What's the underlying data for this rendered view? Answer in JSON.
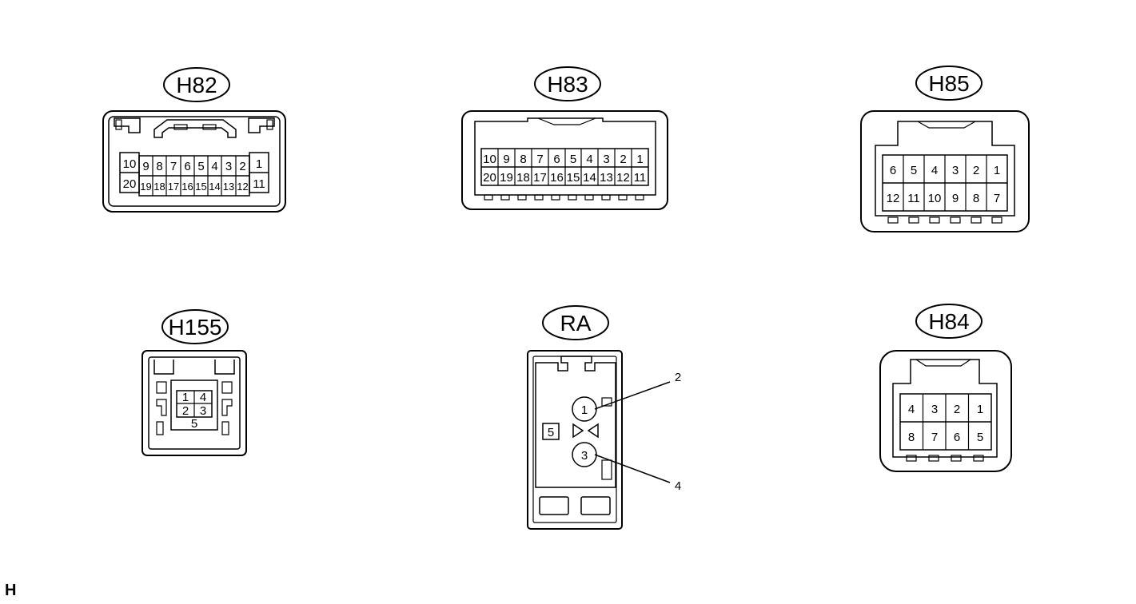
{
  "page_code": "H",
  "connectors": {
    "h82": {
      "label": "H82",
      "left_top": "10",
      "left_bottom": "20",
      "top_row": [
        "9",
        "8",
        "7",
        "6",
        "5",
        "4",
        "3",
        "2"
      ],
      "bottom_row": [
        "19",
        "18",
        "17",
        "16",
        "15",
        "14",
        "13",
        "12"
      ],
      "right_top": "1",
      "right_bottom": "11"
    },
    "h83": {
      "label": "H83",
      "top_row": [
        "10",
        "9",
        "8",
        "7",
        "6",
        "5",
        "4",
        "3",
        "2",
        "1"
      ],
      "bottom_row": [
        "20",
        "19",
        "18",
        "17",
        "16",
        "15",
        "14",
        "13",
        "12",
        "11"
      ]
    },
    "h85": {
      "label": "H85",
      "top_row": [
        "6",
        "5",
        "4",
        "3",
        "2",
        "1"
      ],
      "bottom_row": [
        "12",
        "11",
        "10",
        "9",
        "8",
        "7"
      ]
    },
    "h155": {
      "label": "H155",
      "pins": [
        "1",
        "4",
        "2",
        "3",
        "5"
      ]
    },
    "ra": {
      "label": "RA",
      "pin_upper": "1",
      "pin_lower": "3",
      "pin_left": "5",
      "callout_upper": "2",
      "callout_lower": "4"
    },
    "h84": {
      "label": "H84",
      "top_row": [
        "4",
        "3",
        "2",
        "1"
      ],
      "bottom_row": [
        "8",
        "7",
        "6",
        "5"
      ]
    }
  }
}
